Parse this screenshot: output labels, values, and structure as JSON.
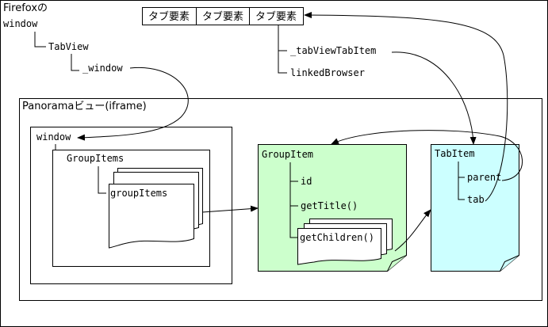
{
  "firefox_window": {
    "title_line1": "Firefoxの",
    "title_line2": "window",
    "tabview": "TabView",
    "window_ref": "_window"
  },
  "tab_elements": {
    "cells": [
      "タブ要素",
      "タブ要素",
      "タブ要素"
    ],
    "tab_view_tab_item": "_tabViewTabItem",
    "linked_browser": "linkedBrowser"
  },
  "panorama": {
    "title": "Panoramaビュー(iframe)",
    "window": "window",
    "group_items": "GroupItems",
    "group_items_list": "groupItems"
  },
  "group_item": {
    "title": "GroupItem",
    "id": "id",
    "get_title": "getTitle()",
    "get_children": "getChildren()"
  },
  "tab_item": {
    "title": "TabItem",
    "parent": "parent",
    "tab": "tab"
  },
  "colors": {
    "group_item_fill": "#ccffcc",
    "tab_item_fill": "#ccffff",
    "stroke": "#000000"
  }
}
